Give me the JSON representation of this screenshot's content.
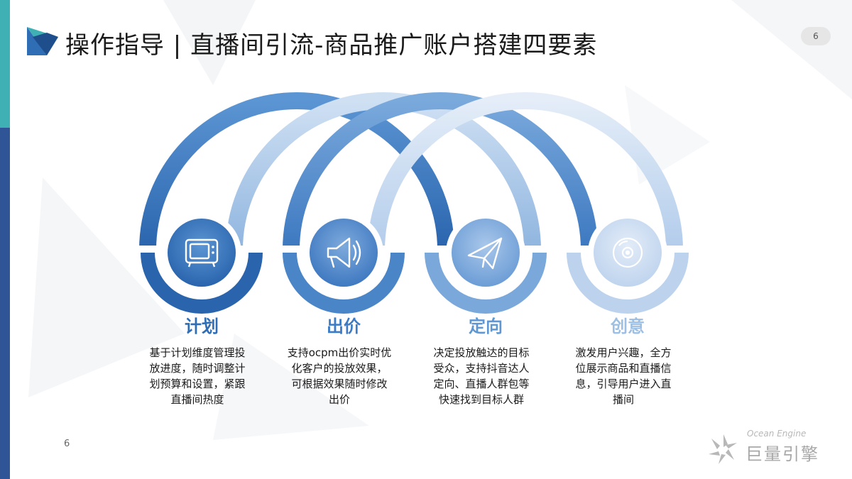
{
  "header": {
    "title": "操作指导 | 直播间引流-商品推广账户搭建四要素",
    "page_badge": "6"
  },
  "stages": [
    {
      "label": "计划",
      "icon": "tv-icon",
      "color": "#2f6db5",
      "desc": "基于计划维度管理投放进度，随时调整计划预算和设置，紧跟直播间热度"
    },
    {
      "label": "出价",
      "icon": "megaphone-icon",
      "color": "#3d7cc4",
      "desc": "支持ocpm出价实时优化客户的投放效果，可根据效果随时修改出价"
    },
    {
      "label": "定向",
      "icon": "paper-plane-icon",
      "color": "#5f97d2",
      "desc": "决定投放触达的目标受众，支持抖音达人定向、直播人群包等快速找到目标人群"
    },
    {
      "label": "创意",
      "icon": "disc-icon",
      "color": "#9dbfe3",
      "desc": "激发用户兴趣，全方位展示商品和直播信息，引导用户进入直播间"
    }
  ],
  "footer": {
    "page_number": "6",
    "brand_en": "Ocean Engine",
    "brand_cn": "巨量引擎"
  },
  "colors": {
    "teal_stripe": "#3fb0b3",
    "navy_stripe": "#2f5597"
  }
}
